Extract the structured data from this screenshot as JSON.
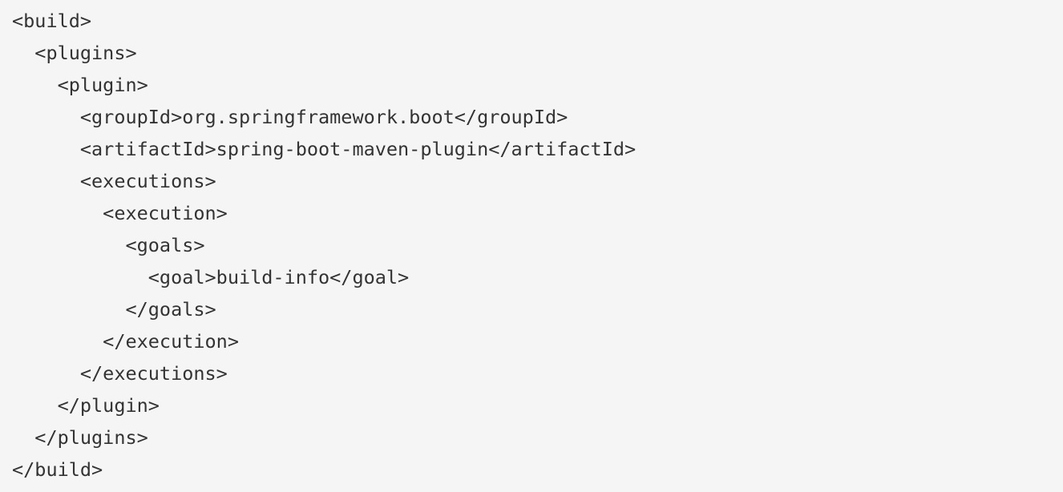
{
  "code": {
    "lines": [
      "<build>",
      "  <plugins>",
      "    <plugin>",
      "      <groupId>org.springframework.boot</groupId>",
      "      <artifactId>spring-boot-maven-plugin</artifactId>",
      "      <executions>",
      "        <execution>",
      "          <goals>",
      "            <goal>build-info</goal>",
      "          </goals>",
      "        </execution>",
      "      </executions>",
      "    </plugin>",
      "  </plugins>",
      "</build>"
    ]
  },
  "colors": {
    "background": "#f5f5f5",
    "text": "#333333"
  }
}
